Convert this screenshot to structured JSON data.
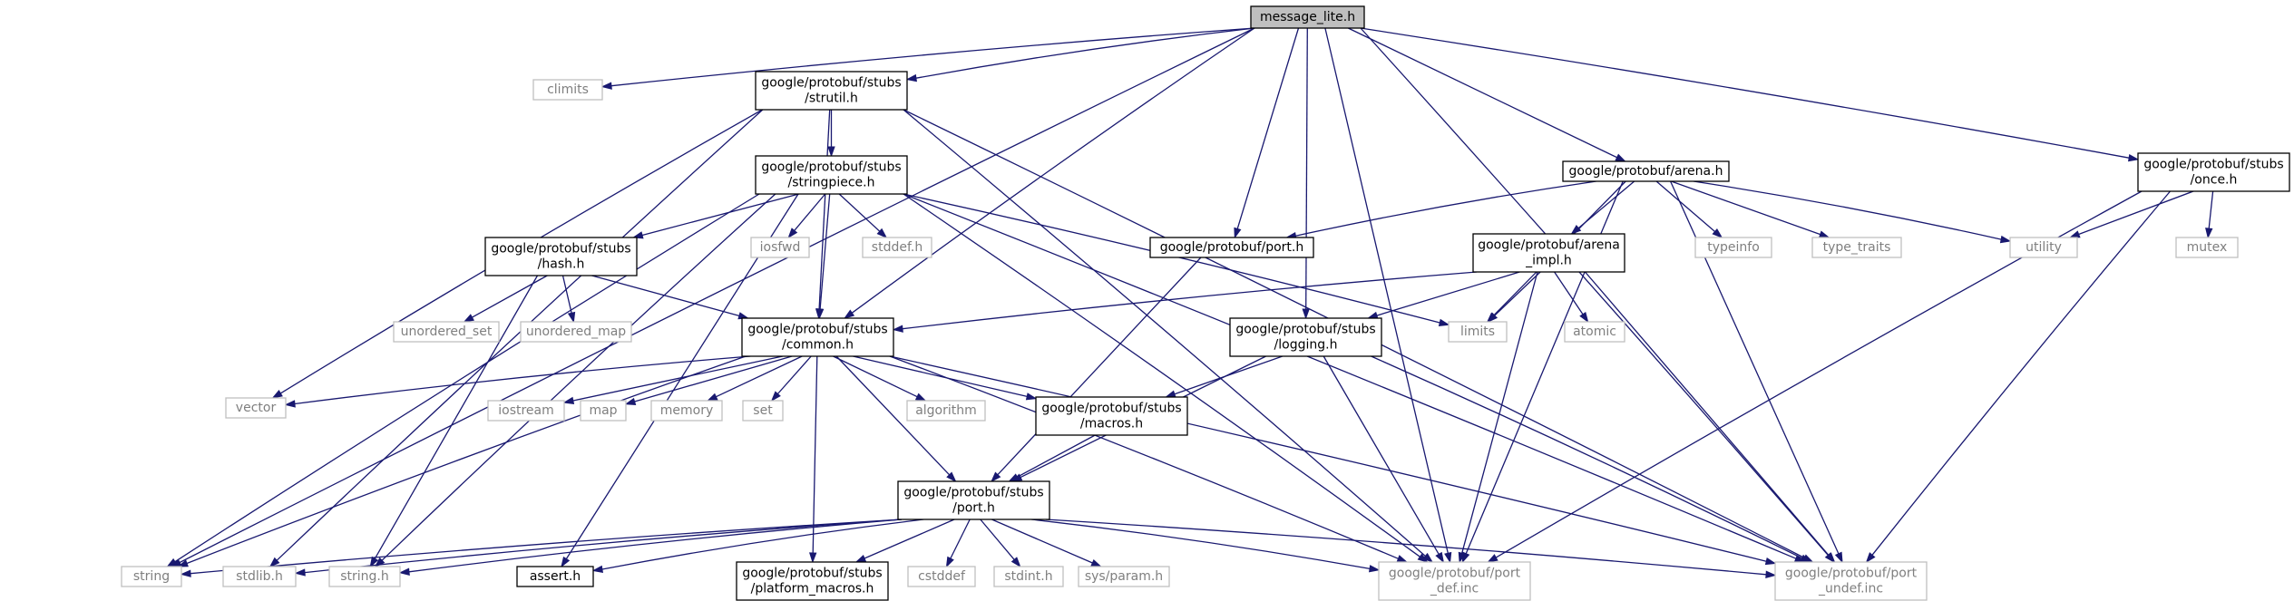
{
  "graph": {
    "edge_color": "#191970",
    "root_fill": "#bfbfbf",
    "local_border": "#000000",
    "system_border": "#bfbfbf",
    "system_text": "#7f7f7f",
    "nodes": [
      {
        "id": "message_lite_h",
        "lines": [
          "message_lite.h"
        ],
        "kind": "root"
      },
      {
        "id": "climits",
        "lines": [
          "climits"
        ],
        "kind": "system"
      },
      {
        "id": "stubs_strutil_h",
        "lines": [
          "google/protobuf/stubs",
          "/strutil.h"
        ],
        "kind": "local"
      },
      {
        "id": "stubs_stringpiece_h",
        "lines": [
          "google/protobuf/stubs",
          "/stringpiece.h"
        ],
        "kind": "local"
      },
      {
        "id": "stubs_hash_h",
        "lines": [
          "google/protobuf/stubs",
          "/hash.h"
        ],
        "kind": "local"
      },
      {
        "id": "iosfwd",
        "lines": [
          "iosfwd"
        ],
        "kind": "system"
      },
      {
        "id": "stddef_h",
        "lines": [
          "stddef.h"
        ],
        "kind": "system"
      },
      {
        "id": "arena_h",
        "lines": [
          "google/protobuf/arena.h"
        ],
        "kind": "local"
      },
      {
        "id": "port_h",
        "lines": [
          "google/protobuf/port.h"
        ],
        "kind": "local"
      },
      {
        "id": "typeinfo",
        "lines": [
          "typeinfo"
        ],
        "kind": "system"
      },
      {
        "id": "type_traits",
        "lines": [
          "type_traits"
        ],
        "kind": "system"
      },
      {
        "id": "utility",
        "lines": [
          "utility"
        ],
        "kind": "system"
      },
      {
        "id": "stubs_once_h",
        "lines": [
          "google/protobuf/stubs",
          "/once.h"
        ],
        "kind": "local"
      },
      {
        "id": "mutex",
        "lines": [
          "mutex"
        ],
        "kind": "system"
      },
      {
        "id": "arena_impl_h",
        "lines": [
          "google/protobuf/arena",
          "_impl.h"
        ],
        "kind": "local"
      },
      {
        "id": "unordered_set",
        "lines": [
          "unordered_set"
        ],
        "kind": "system"
      },
      {
        "id": "unordered_map",
        "lines": [
          "unordered_map"
        ],
        "kind": "system"
      },
      {
        "id": "stubs_common_h",
        "lines": [
          "google/protobuf/stubs",
          "/common.h"
        ],
        "kind": "local"
      },
      {
        "id": "stubs_logging_h",
        "lines": [
          "google/protobuf/stubs",
          "/logging.h"
        ],
        "kind": "local"
      },
      {
        "id": "limits",
        "lines": [
          "limits"
        ],
        "kind": "system"
      },
      {
        "id": "atomic",
        "lines": [
          "atomic"
        ],
        "kind": "system"
      },
      {
        "id": "vector",
        "lines": [
          "vector"
        ],
        "kind": "system"
      },
      {
        "id": "iostream",
        "lines": [
          "iostream"
        ],
        "kind": "system"
      },
      {
        "id": "map",
        "lines": [
          "map"
        ],
        "kind": "system"
      },
      {
        "id": "memory",
        "lines": [
          "memory"
        ],
        "kind": "system"
      },
      {
        "id": "set",
        "lines": [
          "set"
        ],
        "kind": "system"
      },
      {
        "id": "algorithm",
        "lines": [
          "algorithm"
        ],
        "kind": "system"
      },
      {
        "id": "stubs_macros_h",
        "lines": [
          "google/protobuf/stubs",
          "/macros.h"
        ],
        "kind": "local"
      },
      {
        "id": "stubs_port_h",
        "lines": [
          "google/protobuf/stubs",
          "/port.h"
        ],
        "kind": "local"
      },
      {
        "id": "string",
        "lines": [
          "string"
        ],
        "kind": "system"
      },
      {
        "id": "stdlib_h",
        "lines": [
          "stdlib.h"
        ],
        "kind": "system"
      },
      {
        "id": "string_h",
        "lines": [
          "string.h"
        ],
        "kind": "system"
      },
      {
        "id": "assert_h",
        "lines": [
          "assert.h"
        ],
        "kind": "local"
      },
      {
        "id": "stubs_platform_macros_h",
        "lines": [
          "google/protobuf/stubs",
          "/platform_macros.h"
        ],
        "kind": "local"
      },
      {
        "id": "cstddef",
        "lines": [
          "cstddef"
        ],
        "kind": "system"
      },
      {
        "id": "stdint_h",
        "lines": [
          "stdint.h"
        ],
        "kind": "system"
      },
      {
        "id": "sys_param_h",
        "lines": [
          "sys/param.h"
        ],
        "kind": "system"
      },
      {
        "id": "port_def_inc",
        "lines": [
          "google/protobuf/port",
          "_def.inc"
        ],
        "kind": "system"
      },
      {
        "id": "port_undef_inc",
        "lines": [
          "google/protobuf/port",
          "_undef.inc"
        ],
        "kind": "system"
      }
    ],
    "edges": [
      [
        "message_lite_h",
        "climits"
      ],
      [
        "message_lite_h",
        "string"
      ],
      [
        "message_lite_h",
        "stubs_strutil_h"
      ],
      [
        "message_lite_h",
        "stubs_common_h"
      ],
      [
        "message_lite_h",
        "port_h"
      ],
      [
        "message_lite_h",
        "stubs_logging_h"
      ],
      [
        "message_lite_h",
        "port_def_inc"
      ],
      [
        "message_lite_h",
        "arena_h"
      ],
      [
        "message_lite_h",
        "port_undef_inc"
      ],
      [
        "message_lite_h",
        "stubs_once_h"
      ],
      [
        "stubs_strutil_h",
        "stubs_stringpiece_h"
      ],
      [
        "stubs_strutil_h",
        "stubs_common_h"
      ],
      [
        "stubs_strutil_h",
        "vector"
      ],
      [
        "stubs_strutil_h",
        "stdlib_h"
      ],
      [
        "stubs_strutil_h",
        "port_def_inc"
      ],
      [
        "stubs_strutil_h",
        "port_undef_inc"
      ],
      [
        "stubs_stringpiece_h",
        "stubs_hash_h"
      ],
      [
        "stubs_stringpiece_h",
        "iosfwd"
      ],
      [
        "stubs_stringpiece_h",
        "stddef_h"
      ],
      [
        "stubs_stringpiece_h",
        "stubs_common_h"
      ],
      [
        "stubs_stringpiece_h",
        "string"
      ],
      [
        "stubs_stringpiece_h",
        "string_h"
      ],
      [
        "stubs_stringpiece_h",
        "assert_h"
      ],
      [
        "stubs_stringpiece_h",
        "limits"
      ],
      [
        "stubs_stringpiece_h",
        "port_def_inc"
      ],
      [
        "stubs_stringpiece_h",
        "port_undef_inc"
      ],
      [
        "stubs_hash_h",
        "unordered_set"
      ],
      [
        "stubs_hash_h",
        "unordered_map"
      ],
      [
        "stubs_hash_h",
        "stubs_common_h"
      ],
      [
        "stubs_hash_h",
        "string_h"
      ],
      [
        "arena_h",
        "port_h"
      ],
      [
        "arena_h",
        "arena_impl_h"
      ],
      [
        "arena_h",
        "limits"
      ],
      [
        "arena_h",
        "typeinfo"
      ],
      [
        "arena_h",
        "type_traits"
      ],
      [
        "arena_h",
        "utility"
      ],
      [
        "arena_h",
        "port_def_inc"
      ],
      [
        "arena_h",
        "port_undef_inc"
      ],
      [
        "port_h",
        "stubs_port_h"
      ],
      [
        "stubs_once_h",
        "utility"
      ],
      [
        "stubs_once_h",
        "mutex"
      ],
      [
        "stubs_once_h",
        "port_def_inc"
      ],
      [
        "stubs_once_h",
        "port_undef_inc"
      ],
      [
        "arena_impl_h",
        "stubs_common_h"
      ],
      [
        "arena_impl_h",
        "stubs_logging_h"
      ],
      [
        "arena_impl_h",
        "limits"
      ],
      [
        "arena_impl_h",
        "atomic"
      ],
      [
        "arena_impl_h",
        "port_def_inc"
      ],
      [
        "arena_impl_h",
        "port_undef_inc"
      ],
      [
        "stubs_common_h",
        "vector"
      ],
      [
        "stubs_common_h",
        "string"
      ],
      [
        "stubs_common_h",
        "iostream"
      ],
      [
        "stubs_common_h",
        "map"
      ],
      [
        "stubs_common_h",
        "memory"
      ],
      [
        "stubs_common_h",
        "set"
      ],
      [
        "stubs_common_h",
        "algorithm"
      ],
      [
        "stubs_common_h",
        "stubs_macros_h"
      ],
      [
        "stubs_common_h",
        "stubs_port_h"
      ],
      [
        "stubs_common_h",
        "stubs_platform_macros_h"
      ],
      [
        "stubs_common_h",
        "port_def_inc"
      ],
      [
        "stubs_common_h",
        "port_undef_inc"
      ],
      [
        "stubs_logging_h",
        "stubs_macros_h"
      ],
      [
        "stubs_logging_h",
        "stubs_port_h"
      ],
      [
        "stubs_logging_h",
        "port_def_inc"
      ],
      [
        "stubs_logging_h",
        "port_undef_inc"
      ],
      [
        "stubs_macros_h",
        "stubs_port_h"
      ],
      [
        "stubs_port_h",
        "string"
      ],
      [
        "stubs_port_h",
        "stdlib_h"
      ],
      [
        "stubs_port_h",
        "string_h"
      ],
      [
        "stubs_port_h",
        "assert_h"
      ],
      [
        "stubs_port_h",
        "stubs_platform_macros_h"
      ],
      [
        "stubs_port_h",
        "cstddef"
      ],
      [
        "stubs_port_h",
        "stdint_h"
      ],
      [
        "stubs_port_h",
        "sys_param_h"
      ],
      [
        "stubs_port_h",
        "port_def_inc"
      ],
      [
        "stubs_port_h",
        "port_undef_inc"
      ]
    ]
  }
}
